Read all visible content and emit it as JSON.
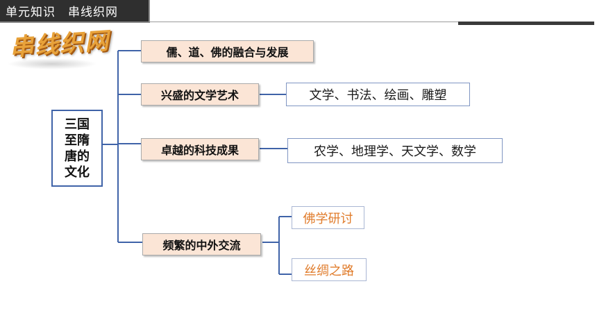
{
  "header": {
    "section": "单元知识",
    "subtitle": "串线织网"
  },
  "logo": {
    "text": "串线织网"
  },
  "diagram": {
    "root": "三国至隋唐的文化",
    "topics": [
      {
        "label": "儒、道、佛的融合与发展",
        "details": []
      },
      {
        "label": "兴盛的文学艺术",
        "details": [
          "文学、书法、绘画、雕塑"
        ]
      },
      {
        "label": "卓越的科技成果",
        "details": [
          "农学、地理学、天文学、数学"
        ]
      },
      {
        "label": "频繁的中外交流",
        "details": [
          "佛学研讨",
          "丝绸之路"
        ]
      }
    ]
  },
  "colors": {
    "line": "#3f63a8",
    "topic_fill": "#fbe5d6",
    "orange_text": "#e07b2a"
  }
}
